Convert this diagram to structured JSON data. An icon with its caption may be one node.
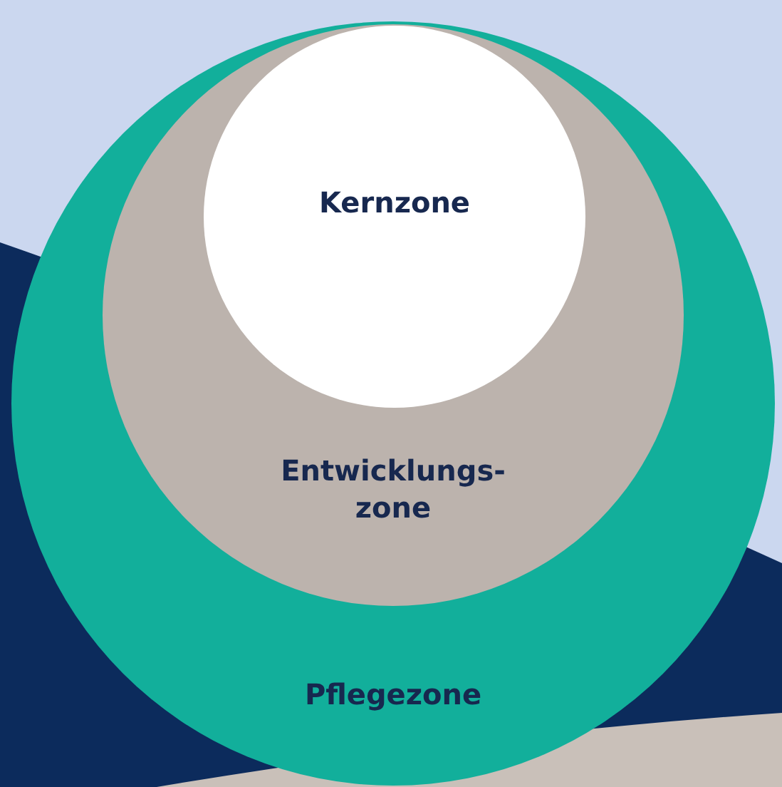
{
  "diagram": {
    "nodes": [
      {
        "text": [
          "Pflegezone"
        ]
      },
      {
        "text": [
          "Entwicklungs- zone"
        ],
        "in": 0
      },
      {
        "text": [
          "Kernzone"
        ],
        "in": 1
      }
    ]
  }
}
